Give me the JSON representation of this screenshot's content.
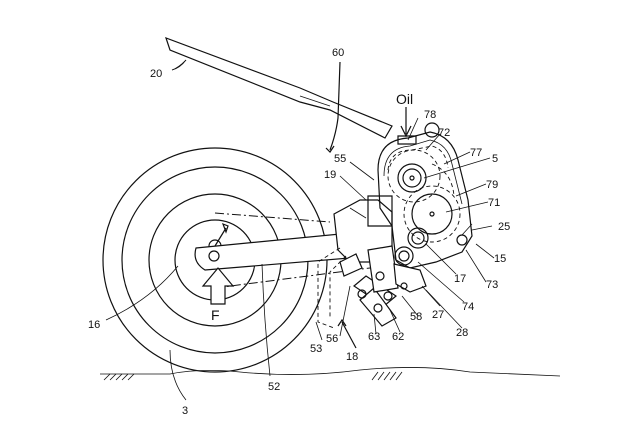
{
  "labels": {
    "n20": "20",
    "n60": "60",
    "oil": "Oil",
    "n78": "78",
    "n72": "72",
    "n77": "77",
    "n5": "5",
    "n55": "55",
    "n19": "19",
    "n79": "79",
    "n71": "71",
    "n25": "25",
    "n15": "15",
    "n73": "73",
    "n17": "17",
    "n74": "74",
    "n27": "27",
    "n28": "28",
    "n58": "58",
    "n62": "62",
    "n63": "63",
    "n56": "56",
    "n53": "53",
    "n18": "18",
    "n16": "16",
    "n52": "52",
    "n3": "3",
    "force": "F"
  }
}
